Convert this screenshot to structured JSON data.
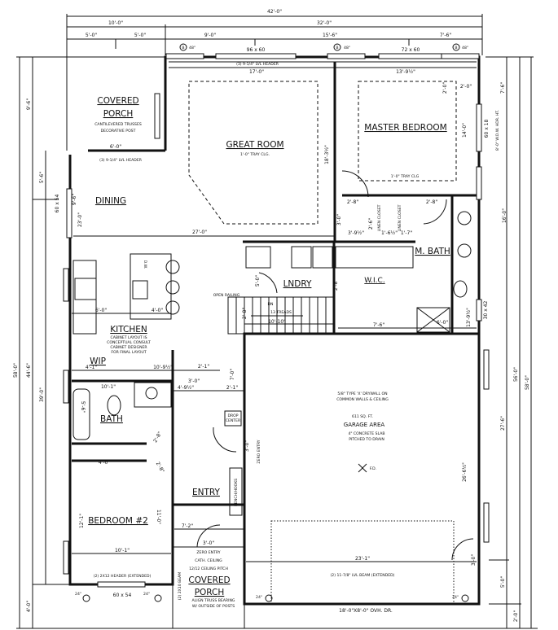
{
  "rooms": {
    "covered_porch_top": [
      "COVERED",
      "PORCH"
    ],
    "covered_porch_top_notes": [
      "CANTILEVERED TRUSSES",
      "DECORATIVE POST"
    ],
    "great_room": "GREAT ROOM",
    "great_room_note": "1'-0\" TRAY CLG.",
    "master_bedroom": "MASTER BEDROOM",
    "master_bedroom_note": "1'-0\" TRAY CLG",
    "dining": "DINING",
    "kitchen": "KITCHEN",
    "kitchen_notes": [
      "CABINET LAYOUT IS",
      "CONCEPTUAL CONSULT",
      "CABINET DESIGNER",
      "FOR FINAL LAYOUT"
    ],
    "laundry": "LNDRY",
    "wic": "W.I.C.",
    "master_bath": "M. BATH",
    "wip": "WIP",
    "bath": "BATH",
    "bedroom2": "BEDROOM #2",
    "entry": "ENTRY",
    "garage": "GARAGE AREA",
    "garage_sqft": "611 SQ. FT.",
    "garage_drywall": [
      "5/8\" TYPE 'X' DRYWALL ON",
      "COMMON WALLS & CEILING"
    ],
    "garage_slab": [
      "4\" CONCRETE SLAB",
      "PITCHED TO DRAIN"
    ],
    "floor_drain": "F.D.",
    "covered_porch_bottom": [
      "COVERED",
      "PORCH"
    ],
    "porch_bottom_notes": [
      "ZERO ENTRY",
      "CATH. CEILING",
      "12/12 CEILING PITCH"
    ],
    "truss_note": [
      "ALIGN TRUSS BEARING",
      "W/ OUTSIDE OF POSTS"
    ],
    "linen_closet": "LINEN CLOSET",
    "open_railing": "OPEN RAILING",
    "stairs": [
      "DN",
      "13 TREADS"
    ],
    "dishwasher": "D.W.",
    "zero_entry_side": "ZERO ENTRY",
    "drop_center": [
      "DROP",
      "CENTER"
    ],
    "bench_hooks": "BENCH/HOOKS"
  },
  "windows": {
    "great_room": "96 x 60",
    "master": "72 x 60",
    "master_side": "60 x 18",
    "dining": "60 x 54",
    "master_bath": "30 x 42",
    "bedroom2": "60 x 54",
    "post_size_48": "48\"",
    "post_size_24": "24\"",
    "post_tag": "B"
  },
  "headers": {
    "great_room": "(3) 9-1/4\" LVL HEADER",
    "porch": "(3) 9-1/4\" LVL HEADER",
    "bedroom2": "(2) 2X12 HEADER (EXTENDED)",
    "garage": "(2) 11-7/8\" LVL BEAM (EXTENDED)",
    "porch_beam": "(2) 2X10 BEAM",
    "master_window": "8'-0\" W.D.W. HDR. HT.",
    "garage_door": "18'-0\"X8'-0\" OVH. DR."
  },
  "dimensions": {
    "top": [
      "42'-0\"",
      "10'-0\"",
      "32'-0\"",
      "5'-0\"",
      "5'-0\"",
      "9'-0\"",
      "15'-6\"",
      "7'-6\""
    ],
    "interior": [
      "17'-0\"",
      "13'-9½\"",
      "2'-0\"",
      "2'-0\"",
      "14'-0\"",
      "18'-3½\"",
      "6'-0\"",
      "27'-0\"",
      "2'-8\"",
      "2'-8\"",
      "3'-0\"",
      "3'-9½\"",
      "1'-6½\"",
      "1'-7\"",
      "2'-6\"",
      "5'-0\"",
      "2'-8\"",
      "2'-8\"",
      "6'-0\"",
      "4'-0\"",
      "10'-10\"",
      "7'-6\"",
      "6'-0\"",
      "13'-9½\"",
      "4'-1\"",
      "10'-9½\"",
      "4'-9½\"",
      "2'-1\"",
      "7'-0\"",
      "10'-1\"",
      "5'-6\"",
      "3'-0\"",
      "2'-8\"",
      "2'-8\"",
      "4'-0\"",
      "12'-1\"",
      "11'-0\"",
      "10'-1\"",
      "7'-2\"",
      "3'-0\"",
      "3'-0\"",
      "23'-1\"",
      "26'-6½\"",
      "3'-0\"",
      "2'-1\"",
      "23'-0\"",
      "9'-6\""
    ],
    "left": [
      "9'-6\"",
      "5'-6\"",
      "44'-6\"",
      "58'-0\"",
      "39'-0\"",
      "4'-0\""
    ],
    "right": [
      "7'-6\"",
      "16'-0\"",
      "56'-0\"",
      "58'-0\"",
      "27'-6\"",
      "5'-0\"",
      "2'-0\""
    ]
  }
}
